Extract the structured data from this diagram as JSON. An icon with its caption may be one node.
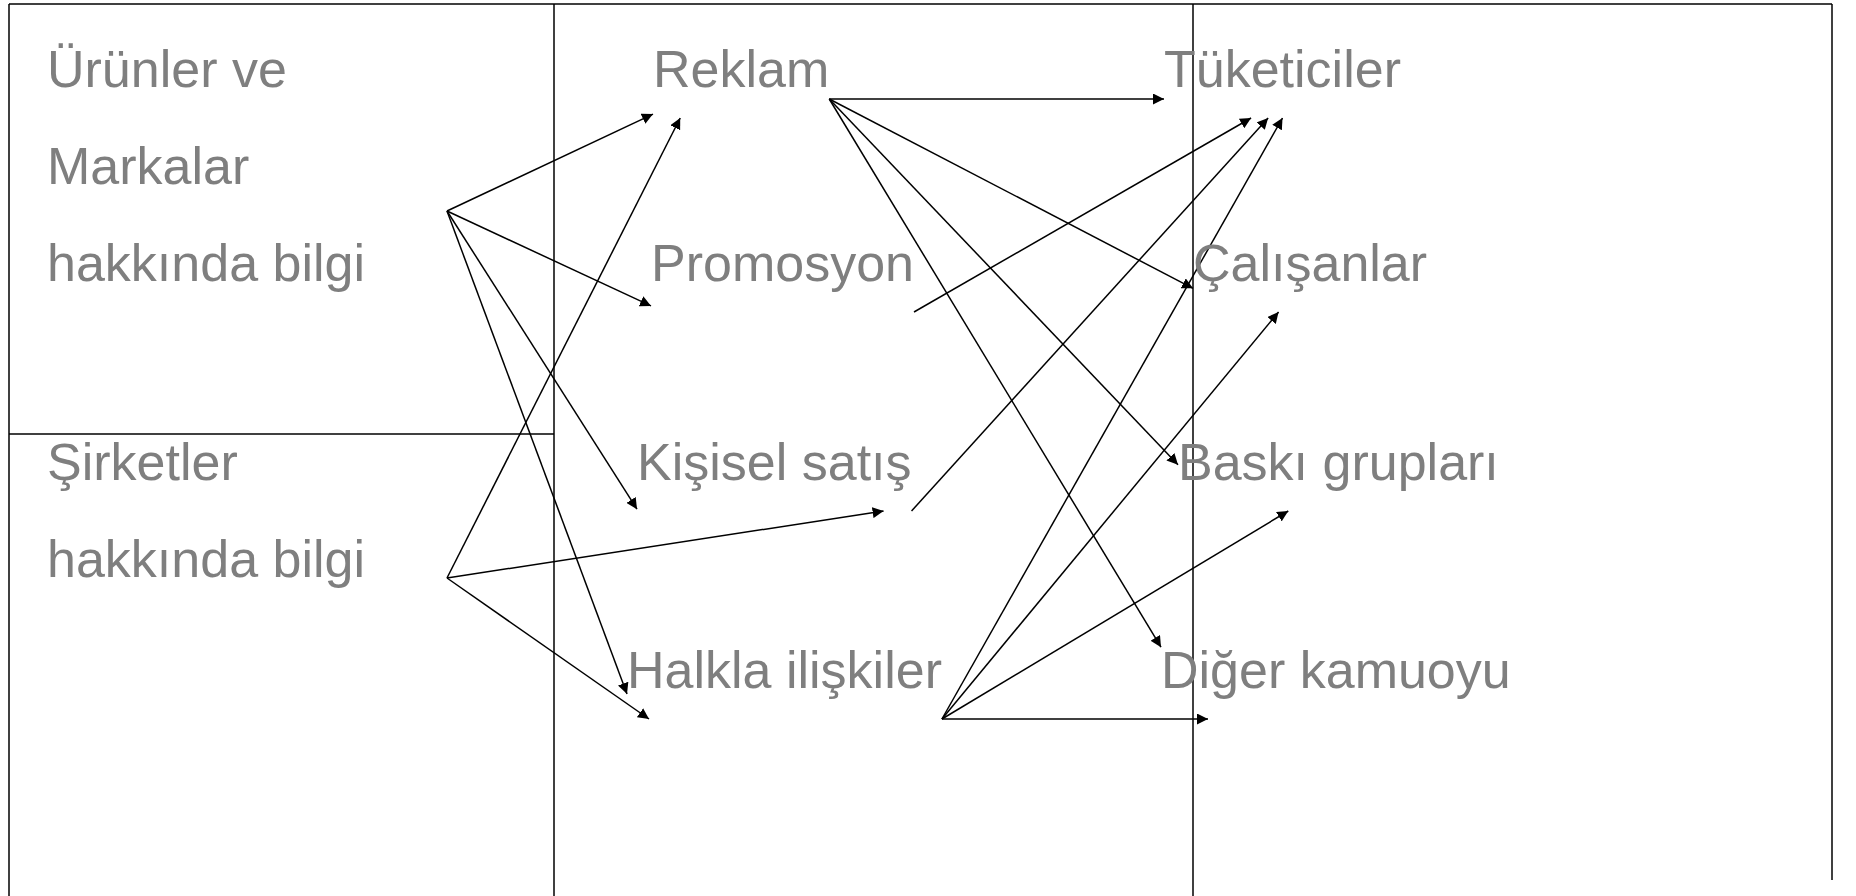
{
  "diagram": {
    "nodes": [
      {
        "text": [
          "Ürünler ve Markalar hakkında bilgi"
        ]
      },
      {
        "text": [
          "Şirketler hakkında bilgi"
        ]
      },
      {
        "text": [
          "Reklam"
        ]
      },
      {
        "text": [
          "Promosyon"
        ]
      },
      {
        "text": [
          "Kişisel satış"
        ]
      },
      {
        "text": [
          "Halkla ilişkiler"
        ]
      },
      {
        "text": [
          "Tüketiciler"
        ]
      },
      {
        "text": [
          "Çalışanlar"
        ]
      },
      {
        "text": [
          "Baskı grupları"
        ]
      },
      {
        "text": [
          "Diğer kamuoyu"
        ]
      }
    ],
    "edges": [
      {
        "from": 0,
        "to": 2,
        "arrow": "to"
      },
      {
        "from": 0,
        "to": 3,
        "arrow": "to"
      },
      {
        "from": 0,
        "to": 4,
        "arrow": "to"
      },
      {
        "from": 0,
        "to": 5,
        "arrow": "to"
      },
      {
        "from": 1,
        "to": 2,
        "arrow": "to"
      },
      {
        "from": 1,
        "to": 4,
        "arrow": "to"
      },
      {
        "from": 1,
        "to": 5,
        "arrow": "to"
      },
      {
        "from": 2,
        "to": 6,
        "arrow": "to"
      },
      {
        "from": 2,
        "to": 7,
        "arrow": "to"
      },
      {
        "from": 2,
        "to": 8,
        "arrow": "to"
      },
      {
        "from": 2,
        "to": 9,
        "arrow": "to"
      },
      {
        "from": 3,
        "to": 6,
        "arrow": "to"
      },
      {
        "from": 4,
        "to": 6,
        "arrow": "to"
      },
      {
        "from": 5,
        "to": 6,
        "arrow": "to"
      },
      {
        "from": 5,
        "to": 7,
        "arrow": "to"
      },
      {
        "from": 5,
        "to": 8,
        "arrow": "to"
      },
      {
        "from": 5,
        "to": 9,
        "arrow": "to"
      }
    ]
  }
}
